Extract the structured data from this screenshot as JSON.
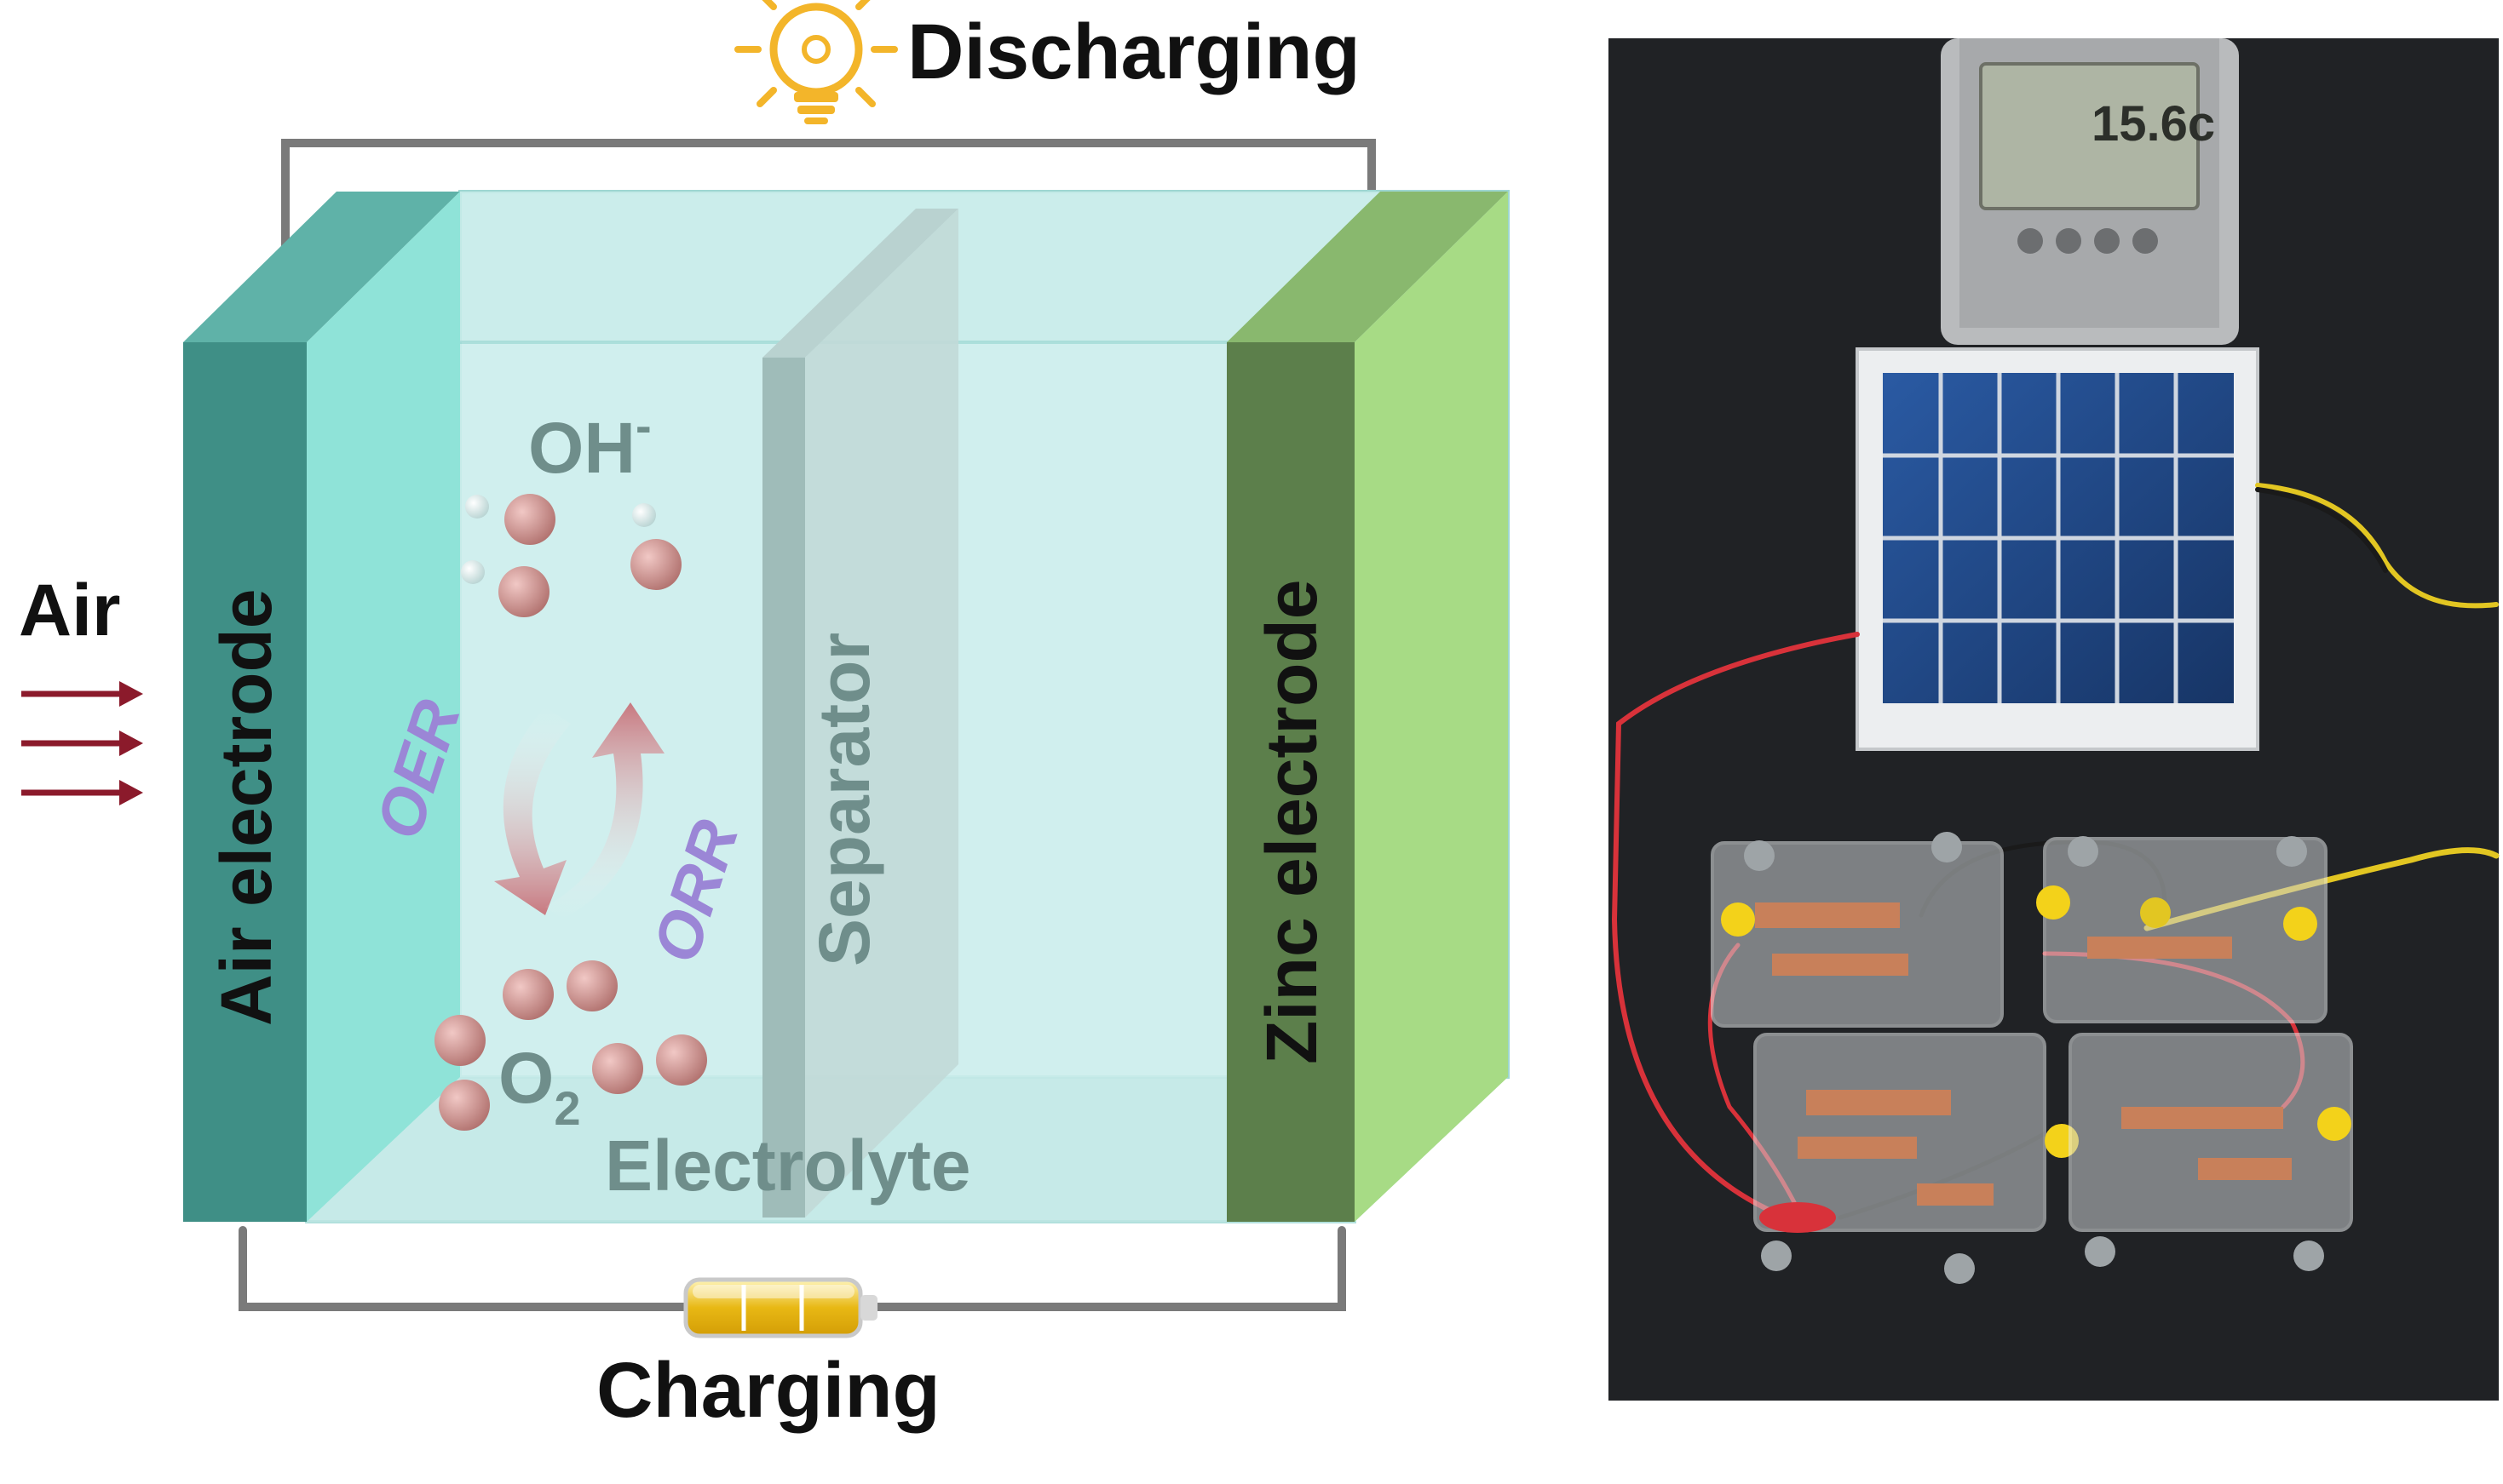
{
  "diagram": {
    "top_label": "Discharging",
    "bottom_label": "Charging",
    "air_label": "Air",
    "air_electrode_label": "Air electrode",
    "zinc_electrode_label": "Zinc electrode",
    "separator_label": "Separator",
    "electrolyte_label": "Electrolyte",
    "hydroxide_label": "OH",
    "hydroxide_charge": "-",
    "oxygen_label": "O",
    "oxygen_subscript": "2",
    "oer_label": "OER",
    "orr_label": "ORR"
  },
  "photo": {
    "thermometer_reading": "15.6c"
  },
  "colors": {
    "air_electrode_front": "#3f8f86",
    "air_electrode_face": "#8fe3d8",
    "zinc_electrode_front": "#5c7f4b",
    "zinc_electrode_face": "#a7db85",
    "electrolyte": "#d3efee",
    "separator": "#a9c6c4",
    "reaction_label": "#9b86d6",
    "arrow_air": "#8b1a2b",
    "bulb": "#f3b52a",
    "battery": "#e8b814",
    "molecule": "#c98f8c",
    "photo_background": "#202225",
    "solar_panel": "#1d3f7a"
  }
}
